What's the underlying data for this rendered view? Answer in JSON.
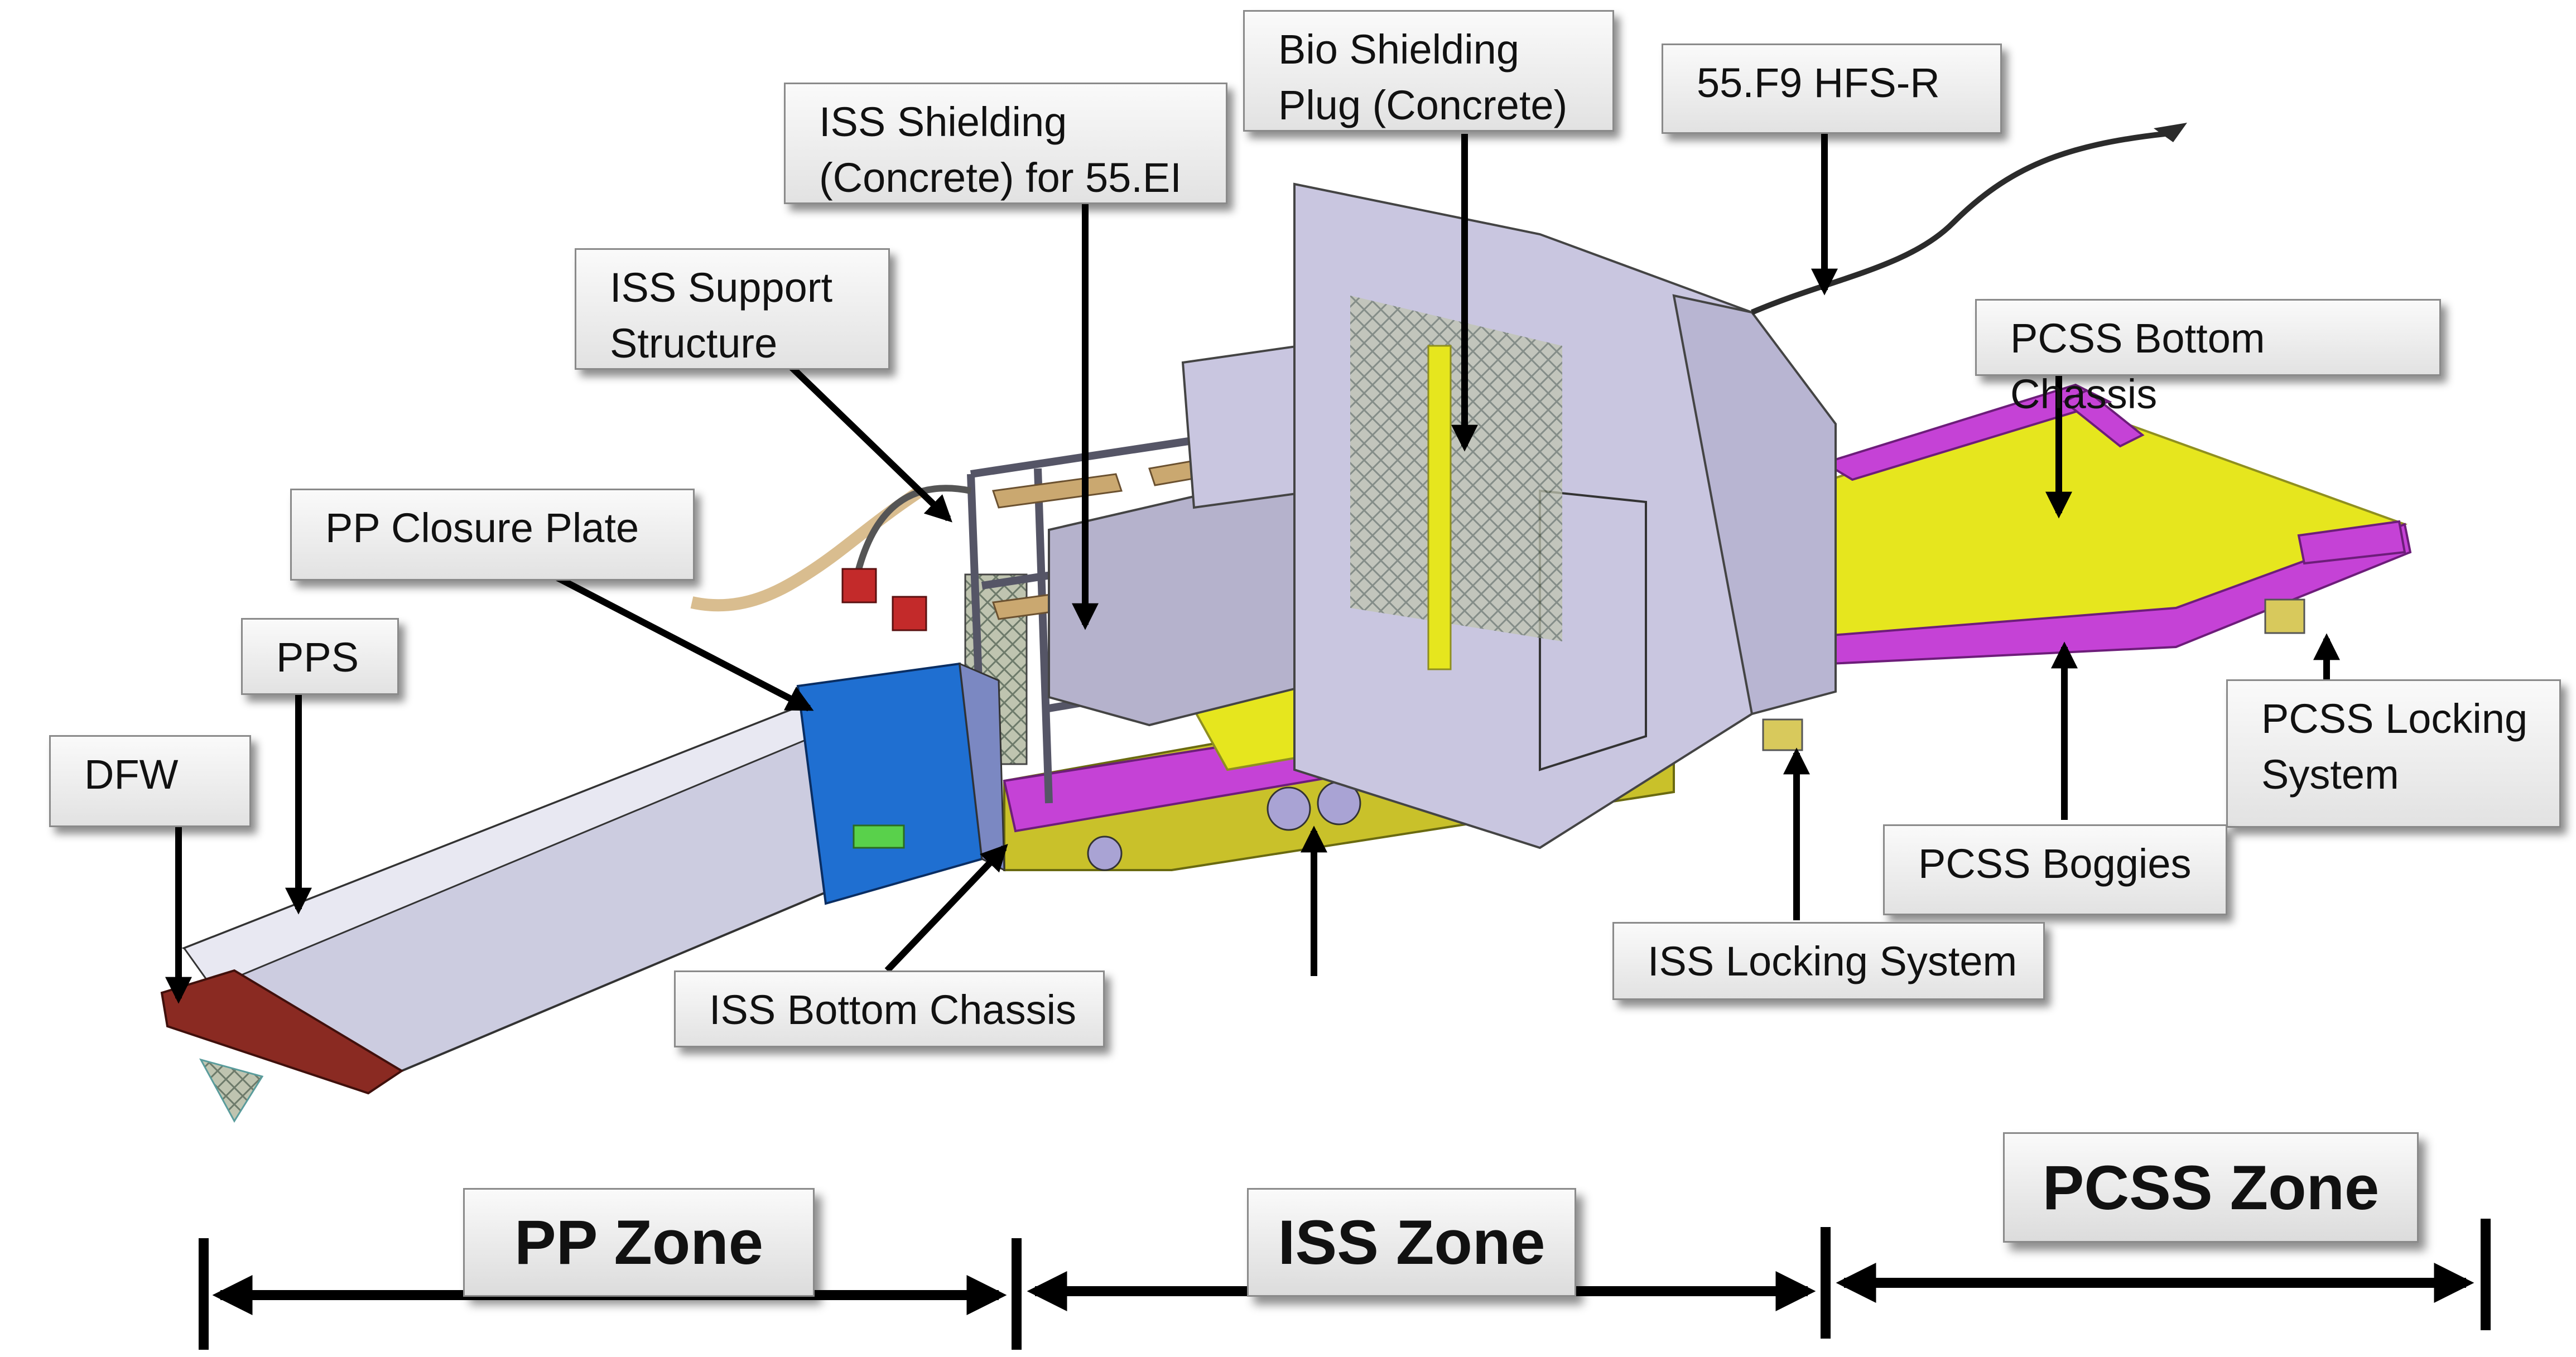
{
  "labels": {
    "bio_shielding_plug": "Bio Shielding\nPlug (Concrete)",
    "hfs_r": "55.F9 HFS-R",
    "iss_shielding": "ISS Shielding\n(Concrete) for 55.EI",
    "iss_support_structure": "ISS Support\nStructure",
    "pcss_bottom_chassis": "PCSS Bottom Chassis",
    "pp_closure_plate": "PP Closure Plate",
    "pps": "PPS",
    "dfw": "DFW",
    "pcss_locking_system": "PCSS Locking\nSystem",
    "pcss_boggies": "PCSS Boggies",
    "iss_locking_system": "ISS Locking System",
    "iss_bottom_chassis": "ISS Bottom Chassis"
  },
  "zones": {
    "pp": "PP Zone",
    "iss": "ISS Zone",
    "pcss": "PCSS Zone"
  },
  "colors": {
    "magenta_frame": "#c542d6",
    "yellow_deck": "#e4e41c",
    "lavender_structure": "#c9c6e0",
    "blue_closure": "#1f6fd1",
    "brown_dfw": "#8a2a22",
    "arrow": "#000000"
  }
}
